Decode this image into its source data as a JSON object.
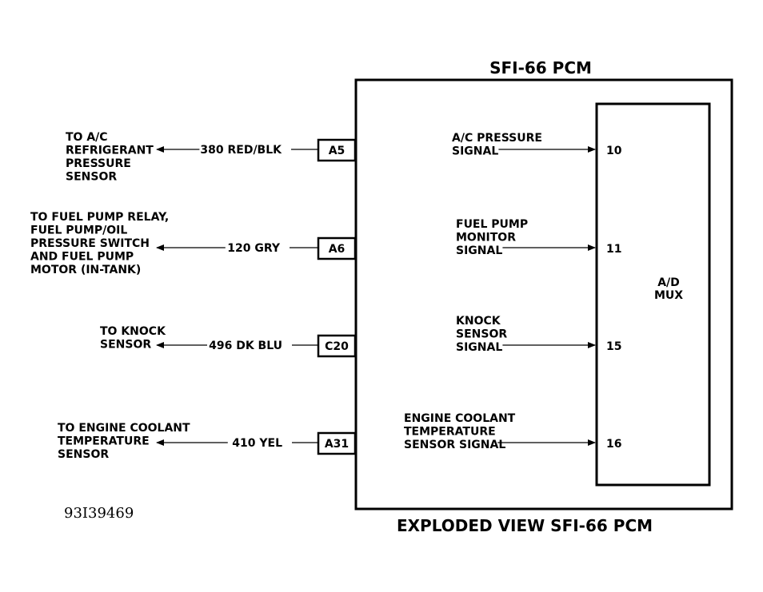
{
  "pcm": {
    "title": "SFI-66 PCM",
    "caption": "EXPLODED VIEW SFI-66 PCM",
    "mux_label": [
      "A/D",
      "MUX"
    ]
  },
  "figure_id": "93I39469",
  "connections": [
    {
      "pin": "A5",
      "wire": "380 RED/BLK",
      "destination": [
        "TO A/C",
        "REFRIGERANT",
        "PRESSURE",
        "SENSOR"
      ],
      "signal": [
        "A/C PRESSURE",
        "SIGNAL"
      ],
      "mux_input": "10"
    },
    {
      "pin": "A6",
      "wire": "120 GRY",
      "destination": [
        "TO FUEL PUMP RELAY,",
        "FUEL PUMP/OIL",
        "PRESSURE SWITCH",
        "AND FUEL PUMP",
        "MOTOR (IN-TANK)"
      ],
      "signal": [
        "FUEL PUMP",
        "MONITOR",
        "SIGNAL"
      ],
      "mux_input": "11"
    },
    {
      "pin": "C20",
      "wire": "496 DK BLU",
      "destination": [
        "TO KNOCK",
        "SENSOR"
      ],
      "signal": [
        "KNOCK",
        "SENSOR",
        "SIGNAL"
      ],
      "mux_input": "15"
    },
    {
      "pin": "A31",
      "wire": "410 YEL",
      "destination": [
        "TO ENGINE COOLANT",
        "TEMPERATURE",
        "SENSOR"
      ],
      "signal": [
        "ENGINE COOLANT",
        "TEMPERATURE",
        "SENSOR SIGNAL"
      ],
      "mux_input": "16"
    }
  ]
}
